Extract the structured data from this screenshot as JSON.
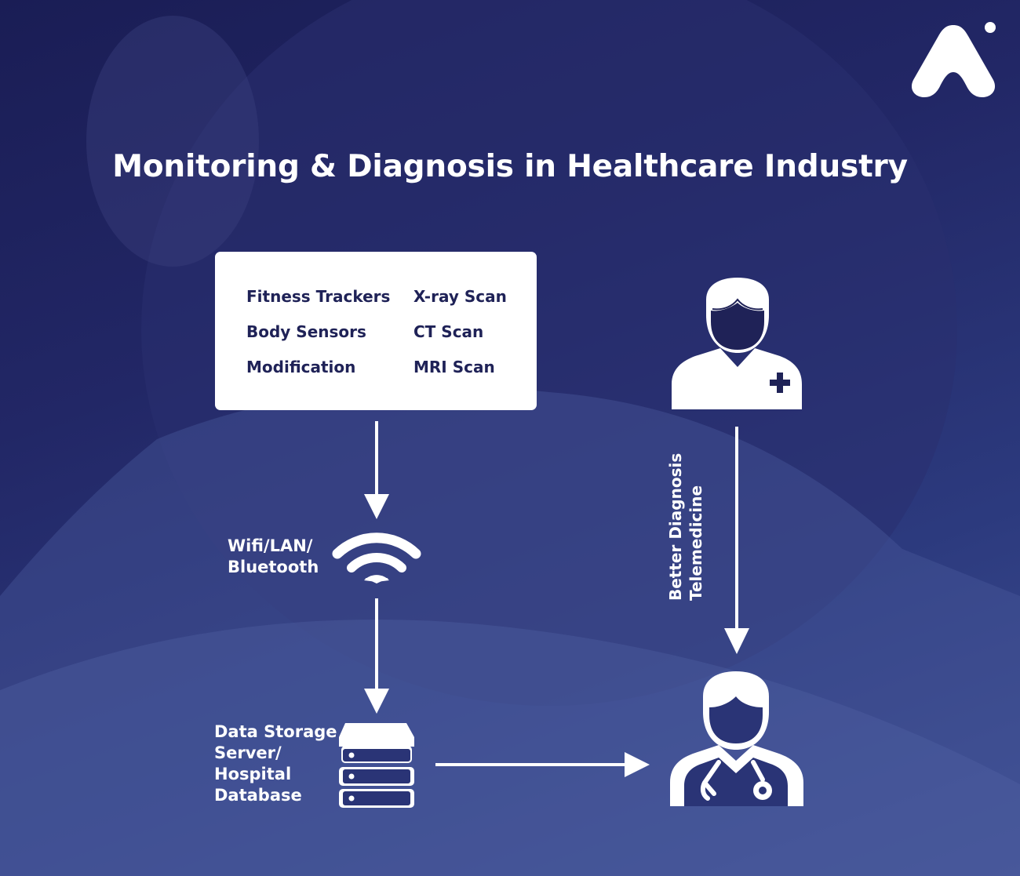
{
  "title": "Monitoring & Diagnosis in Healthcare Industry",
  "devices_card": {
    "items": [
      "Fitness Trackers",
      "X-ray Scan",
      "Body Sensors",
      "CT Scan",
      "Modification",
      "MRI Scan"
    ]
  },
  "network": {
    "label_line1": "Wifi/LAN/",
    "label_line2": "Bluetooth"
  },
  "storage": {
    "line1": "Data Storage",
    "line2": "Server/",
    "line3": "Hospital",
    "line4": "Database"
  },
  "diagnosis": {
    "line1": "Better Diagnosis",
    "line2": "Telemedicine"
  },
  "icons": {
    "logo": "brand-logo-icon",
    "wifi": "wifi-icon",
    "server": "server-stack-icon",
    "doctor_top": "medical-worker-icon",
    "doctor_bottom": "doctor-stethoscope-icon"
  },
  "colors": {
    "background": "#222766",
    "card": "#ffffff",
    "card_text": "#1f2257",
    "foreground": "#ffffff"
  }
}
